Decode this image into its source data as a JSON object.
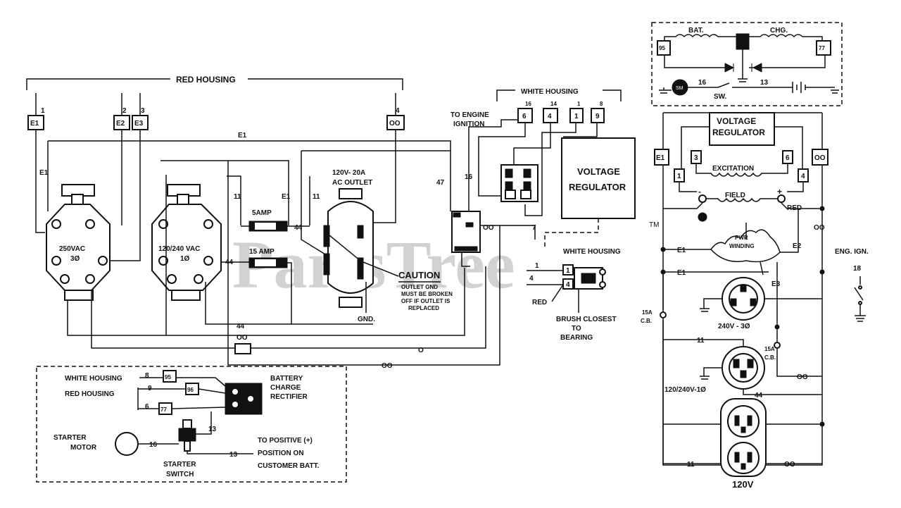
{
  "watermark": "PartsTree",
  "trademark": "TM",
  "left": {
    "red_housing": "RED HOUSING",
    "terminals": [
      {
        "num": "1",
        "label": "E1"
      },
      {
        "num": "2",
        "label": "E2"
      },
      {
        "num": "3",
        "label": "E3"
      },
      {
        "num": "4",
        "label": "OO"
      }
    ],
    "wire_e1_top": "E1",
    "wire_e1_left": "E1",
    "receptacle_250": [
      "250VAC",
      "3Ø"
    ],
    "receptacle_120_240": [
      "120/240 VAC",
      "1Ø"
    ],
    "wire_11a": "11",
    "wire_11b": "11",
    "wire_e1_mid": "E1",
    "fuse_5amp": "5AMP",
    "fuse_15amp": "15 AMP",
    "wire_44a": "44",
    "wire_44b": "44",
    "outlet_title": [
      "120V- 20A",
      "AC OUTLET"
    ],
    "wire_47": "47",
    "wire_16": "16",
    "wire_oo_mid": "OO",
    "caution_title": "CAUTION",
    "caution_text": [
      "OUTLET GND",
      "MUST BE BROKEN",
      "OFF IF OUTLET IS",
      "REPLACED"
    ],
    "gnd": "GND.",
    "bottom_wires": {
      "w44": "44",
      "w00": "OO",
      "we3": "E3",
      "w0": "O",
      "w00b": "OO"
    }
  },
  "starter": {
    "white_housing": "WHITE HOUSING",
    "red_housing": "RED HOUSING",
    "wire_8": "8",
    "wire_9": "9",
    "wire_6": "6",
    "term_95": "95",
    "term_96": "96",
    "term_77": "77",
    "rectifier": [
      "BATTERY",
      "CHARGE",
      "RECTIFIER"
    ],
    "wire_13": "13",
    "starter_motor": [
      "STARTER",
      "MOTOR"
    ],
    "wire_16": "16",
    "wire_13b": "13",
    "starter_switch": [
      "STARTER",
      "SWITCH"
    ],
    "positive_text": [
      "TO POSITIVE (+)",
      "POSITION ON",
      "CUSTOMER BATT."
    ]
  },
  "middle": {
    "white_housing": "WHITE HOUSING",
    "to_engine_ignition": [
      "TO ENGINE",
      "IGNITION"
    ],
    "terminals": [
      {
        "num": "16",
        "label": "6"
      },
      {
        "num": "14",
        "label": "4"
      },
      {
        "num": "1",
        "label": "1"
      },
      {
        "num": "8",
        "label": "9"
      }
    ],
    "voltage_regulator": [
      "VOLTAGE",
      "REGULATOR"
    ],
    "white_housing_lower": "WHITE HOUSING",
    "wire_7": "7",
    "wire_1": "1",
    "wire_4": "4",
    "red": "RED",
    "brush_text": [
      "BRUSH CLOSEST",
      "TO",
      "BEARING"
    ]
  },
  "right": {
    "bat": "BAT.",
    "chg": "CHG.",
    "term_95": "95",
    "term_77": "77",
    "sm": "SM",
    "wire_16": "16",
    "sw": "SW.",
    "wire_13": "13",
    "vr": [
      "VOLTAGE",
      "REGULATOR"
    ],
    "e1": "E1",
    "oo": "OO",
    "t3": "3",
    "t6": "6",
    "t1": "1",
    "t4": "4",
    "excitation": "EXCITATION",
    "field": "FIELD",
    "red": "RED",
    "pwr_winding": [
      "PWR",
      "WINDING"
    ],
    "wire_e1a": "E1",
    "wire_e2": "E2",
    "wire_e1b": "E1",
    "wire_e3": "E3",
    "oo_side": "OO",
    "receptacle_240_3": "240V - 3Ø",
    "cb_left": [
      "15A",
      "C.B."
    ],
    "cb_right": [
      "15A",
      "C.B."
    ],
    "wire_11": "11",
    "wire_00": "OO",
    "wire_44": "44",
    "receptacle_120_240": "120/240V-1Ø",
    "wire_11b": "11",
    "wire_00b": "OO",
    "outlet_120": "120V",
    "eng_ign": [
      "ENG. IGN.",
      "18"
    ]
  }
}
